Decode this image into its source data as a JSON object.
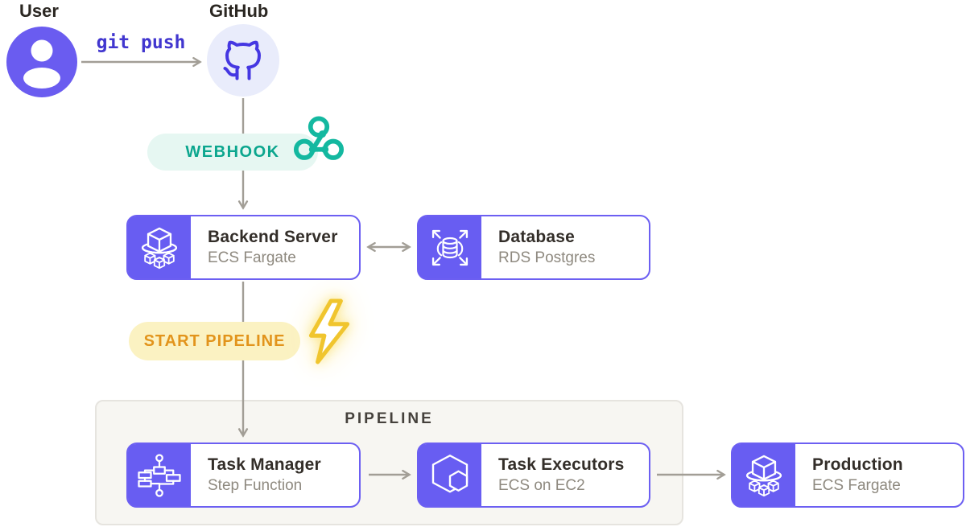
{
  "actors": {
    "user": {
      "label": "User"
    },
    "github": {
      "label": "GitHub"
    }
  },
  "connections": {
    "git_push": {
      "label": "git push"
    }
  },
  "badges": {
    "webhook": {
      "label": "WEBHOOK"
    },
    "start_pipeline": {
      "label": "START PIPELINE"
    }
  },
  "groups": {
    "pipeline": {
      "label": "PIPELINE"
    }
  },
  "nodes": {
    "backend_server": {
      "title": "Backend Server",
      "subtitle": "ECS Fargate"
    },
    "database": {
      "title": "Database",
      "subtitle": "RDS Postgres"
    },
    "task_manager": {
      "title": "Task Manager",
      "subtitle": "Step Function"
    },
    "task_executors": {
      "title": "Task Executors",
      "subtitle": "ECS on EC2"
    },
    "production": {
      "title": "Production",
      "subtitle": "ECS Fargate"
    }
  },
  "icons": {
    "user_avatar": "user-avatar-icon",
    "github": "github-octocat-icon",
    "webhook": "webhook-icon",
    "lightning": "lightning-bolt-icon",
    "backend_server": "ecs-fargate-icon",
    "database": "rds-database-icon",
    "task_manager": "step-function-icon",
    "task_executors": "ecs-hexagon-icon",
    "production": "ecs-fargate-icon"
  },
  "colors": {
    "purple": "#685df2",
    "indigo_stroke": "#4537e2",
    "lavender_bg": "#e9ecfb",
    "teal": "#14b8a0",
    "teal_text": "#0ba68e",
    "mint_bg": "#e6f7f2",
    "pale_yellow_bg": "#fbf2c2",
    "orange_text": "#e2941c",
    "bolt_yellow": "#f0c52e",
    "arrow_gray": "#a29e96",
    "node_border": "#6c5ff2",
    "title_text": "#332e29",
    "subtitle_text": "#8e897f",
    "group_bg": "#f7f6f2",
    "group_border": "#e6e4df"
  }
}
